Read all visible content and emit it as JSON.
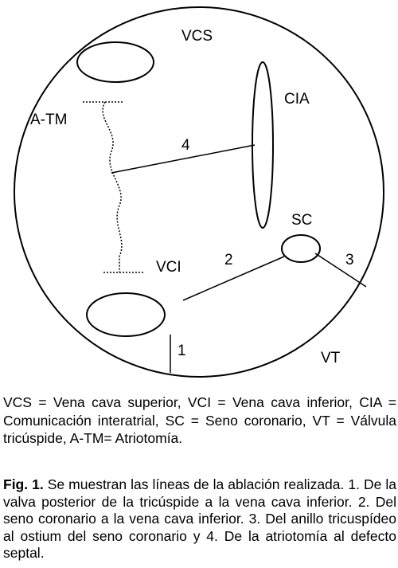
{
  "labels": {
    "vcs": "VCS",
    "cia": "CIA",
    "atm": "A-TM",
    "line4": "4",
    "sc": "SC",
    "line2": "2",
    "line3": "3",
    "vci": "VCI",
    "line1": "1",
    "vt": "VT"
  },
  "legend": "VCS = Vena cava superior, VCI = Vena cava inferior, CIA = Comunicación interatrial, SC = Seno coronario, VT = Válvula tricúspide, A-TM= Atriotomía.",
  "caption": {
    "figure_label": "Fig. 1.",
    "text": " Se muestran las líneas de la ablación realizada. 1. De la valva posterior de la tricúspide a la vena cava inferior. 2. Del seno coronario a la vena cava inferior. 3. Del anillo tricuspídeo al ostium del seno coronario y 4. De la atriotomía al defecto septal."
  }
}
